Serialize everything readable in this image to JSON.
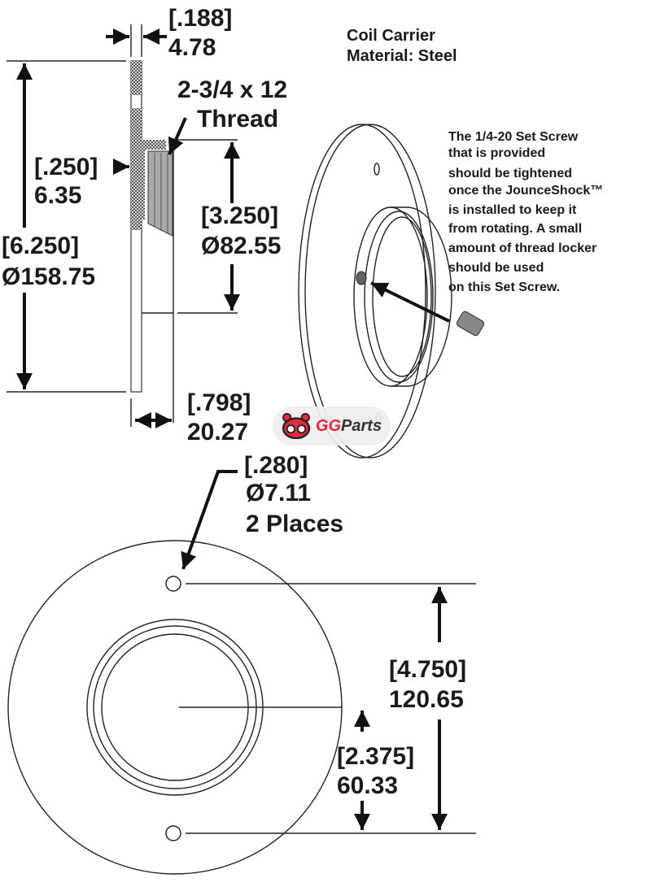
{
  "title": {
    "line1": "Coil Carrier",
    "line2": "Material: Steel"
  },
  "side_view": {
    "plate_thickness": {
      "inch": "[.188]",
      "mm": "4.78"
    },
    "thread": {
      "line1": "2-3/4 x 12",
      "line2": "Thread"
    },
    "wall": {
      "inch": "[.250]",
      "mm": "6.35"
    },
    "outer_diameter": {
      "inch": "[6.250]",
      "mm": "Ø158.75"
    },
    "hub_diameter": {
      "inch": "[3.250]",
      "mm": "Ø82.55"
    },
    "overall_depth": {
      "inch": "[.798]",
      "mm": "20.27"
    }
  },
  "note": {
    "lines": [
      "The 1/4-20 Set Screw",
      "that is provided",
      "should be tightened",
      "once the JounceShock™",
      "is installed to keep it",
      "from rotating.  A small",
      "amount of thread locker",
      "should be used",
      "on this Set Screw."
    ]
  },
  "front_view": {
    "hole": {
      "inch": "[.280]",
      "mm": "Ø7.11",
      "count": "2 Places"
    },
    "hole_spacing": {
      "inch": "[4.750]",
      "mm": "120.65"
    },
    "hole_offset": {
      "inch": "[2.375]",
      "mm": "60.33"
    }
  },
  "watermark": {
    "brand_a": "GG",
    "brand_b": "Parts"
  }
}
